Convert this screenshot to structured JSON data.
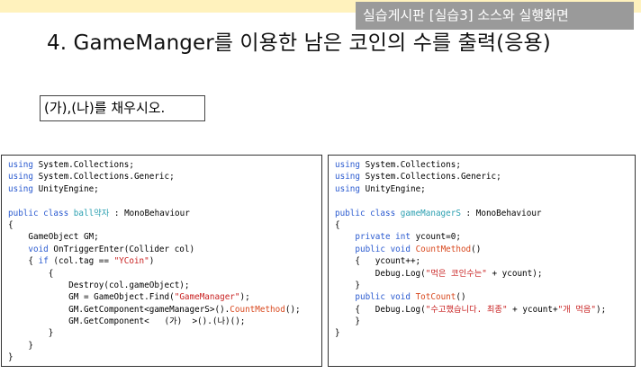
{
  "header": {
    "tag": "실습게시판 [실습3] 소스와 실행화면",
    "title": "4. GameManger를 이용한 남은 코인의 수를 출력(응용)"
  },
  "task": {
    "label": "(가),(나)를 채우시오."
  },
  "colors": {
    "keyword": "#2b5bd0",
    "type": "#2a9fb0",
    "string": "#c82020",
    "method": "#d94a20",
    "tag_bg": "#9a9a9a",
    "top_bar": "#fff2bd"
  },
  "left_code": [
    [
      {
        "t": "using",
        "c": "kw"
      },
      {
        "t": " System.Collections;"
      }
    ],
    [
      {
        "t": "using",
        "c": "kw"
      },
      {
        "t": " System.Collections.Generic;"
      }
    ],
    [
      {
        "t": "using",
        "c": "kw"
      },
      {
        "t": " UnityEngine;"
      }
    ],
    [
      {
        "t": ""
      }
    ],
    [
      {
        "t": "public class",
        "c": "kw"
      },
      {
        "t": " "
      },
      {
        "t": "ball약자",
        "c": "ty"
      },
      {
        "t": " : MonoBehaviour"
      }
    ],
    [
      {
        "t": "{"
      }
    ],
    [
      {
        "t": "    GameObject GM;"
      }
    ],
    [
      {
        "t": "    "
      },
      {
        "t": "void",
        "c": "kw"
      },
      {
        "t": " OnTriggerEnter(Collider col)"
      }
    ],
    [
      {
        "t": "    { "
      },
      {
        "t": "if",
        "c": "kw"
      },
      {
        "t": " (col.tag == "
      },
      {
        "t": "\"YCoin\"",
        "c": "str"
      },
      {
        "t": ")"
      }
    ],
    [
      {
        "t": "        {"
      }
    ],
    [
      {
        "t": "            Destroy(col.gameObject);"
      }
    ],
    [
      {
        "t": "            GM = GameObject.Find("
      },
      {
        "t": "\"GameManager\"",
        "c": "str"
      },
      {
        "t": ");"
      }
    ],
    [
      {
        "t": "            GM.GetComponent<gameManagerS>()."
      },
      {
        "t": "CountMethod",
        "c": "mth"
      },
      {
        "t": "();"
      }
    ],
    [
      {
        "t": "            GM.GetComponent<   (가)  >().(나)();"
      }
    ],
    [
      {
        "t": "        }"
      }
    ],
    [
      {
        "t": "    }"
      }
    ],
    [
      {
        "t": "}"
      }
    ]
  ],
  "right_code": [
    [
      {
        "t": "using",
        "c": "kw"
      },
      {
        "t": " System.Collections;"
      }
    ],
    [
      {
        "t": "using",
        "c": "kw"
      },
      {
        "t": " System.Collections.Generic;"
      }
    ],
    [
      {
        "t": "using",
        "c": "kw"
      },
      {
        "t": " UnityEngine;"
      }
    ],
    [
      {
        "t": ""
      }
    ],
    [
      {
        "t": "public class",
        "c": "kw"
      },
      {
        "t": " "
      },
      {
        "t": "gameManagerS",
        "c": "ty"
      },
      {
        "t": " : MonoBehaviour"
      }
    ],
    [
      {
        "t": "{"
      }
    ],
    [
      {
        "t": "    "
      },
      {
        "t": "private int",
        "c": "kw"
      },
      {
        "t": " ycount=0;"
      }
    ],
    [
      {
        "t": "    "
      },
      {
        "t": "public void",
        "c": "kw"
      },
      {
        "t": " "
      },
      {
        "t": "CountMethod",
        "c": "mth"
      },
      {
        "t": "()"
      }
    ],
    [
      {
        "t": "    {   ycount++;"
      }
    ],
    [
      {
        "t": "        Debug.Log("
      },
      {
        "t": "\"먹은 코인수는\"",
        "c": "str"
      },
      {
        "t": " + ycount);"
      }
    ],
    [
      {
        "t": "    }"
      }
    ],
    [
      {
        "t": "    "
      },
      {
        "t": "public void",
        "c": "kw"
      },
      {
        "t": " "
      },
      {
        "t": "TotCount",
        "c": "mth"
      },
      {
        "t": "()"
      }
    ],
    [
      {
        "t": "    {   Debug.Log("
      },
      {
        "t": "\"수고했습니다. 최종\"",
        "c": "str"
      },
      {
        "t": " + ycount+"
      },
      {
        "t": "\"개 먹음\"",
        "c": "str"
      },
      {
        "t": ");"
      }
    ],
    [
      {
        "t": "    }"
      }
    ],
    [
      {
        "t": "}"
      }
    ]
  ]
}
